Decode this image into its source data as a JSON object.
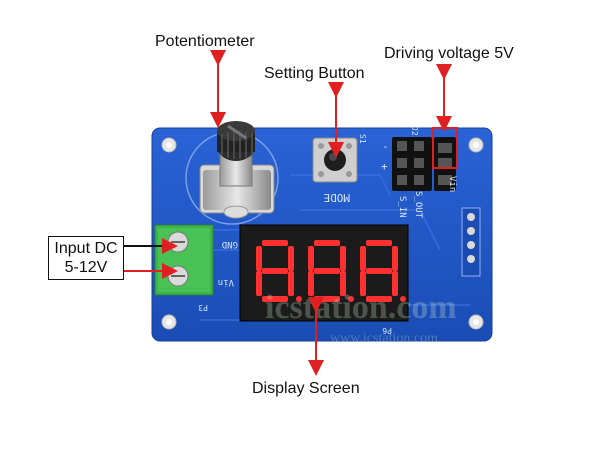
{
  "labels": {
    "potentiometer": "Potentiometer",
    "setting_button": "Setting Button",
    "driving_voltage": "Driving voltage 5V",
    "input_dc_line1": "Input DC",
    "input_dc_line2": "5-12V",
    "display_screen": "Display Screen"
  },
  "board_silkscreen": {
    "mode": "MODE",
    "s_in": "S_IN",
    "s_out": "S_OUT",
    "vin_pin": "Vin",
    "gnd_pin": "GND",
    "vin_right": "Vin",
    "p3": "P3",
    "p6": "P6",
    "s1": "S1",
    "j2": "J2",
    "minus": "-",
    "plus": "+"
  },
  "watermark": {
    "logo": "icstation.com",
    "url": "www.icstation.com"
  },
  "colors": {
    "board_blue": "#1f58c8",
    "arrow_red": "#e02020",
    "terminal_green": "#3fb24a",
    "display_red": "#ff3030"
  },
  "display": {
    "digits_shown": "8.8.8."
  }
}
